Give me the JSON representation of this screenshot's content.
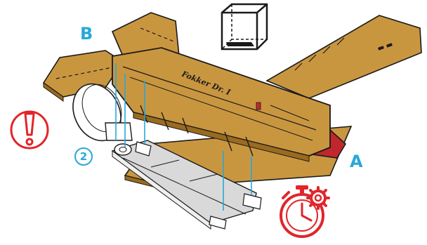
{
  "labels": {
    "part_b": "B",
    "part_a": "A",
    "step_number": "2",
    "fuselage_marking": "Fokker Dr. I"
  },
  "colors": {
    "label_blue": "#28a8d8",
    "wood": "#c99640",
    "wood_dark": "#9a6a1f",
    "red_part": "#c0272d",
    "warning_red": "#e0262b",
    "outline": "#1a1a1a"
  },
  "icons": {
    "cube": "cube-icon",
    "warning": "exclamation-warning-icon",
    "timer": "stopwatch-gear-icon"
  }
}
